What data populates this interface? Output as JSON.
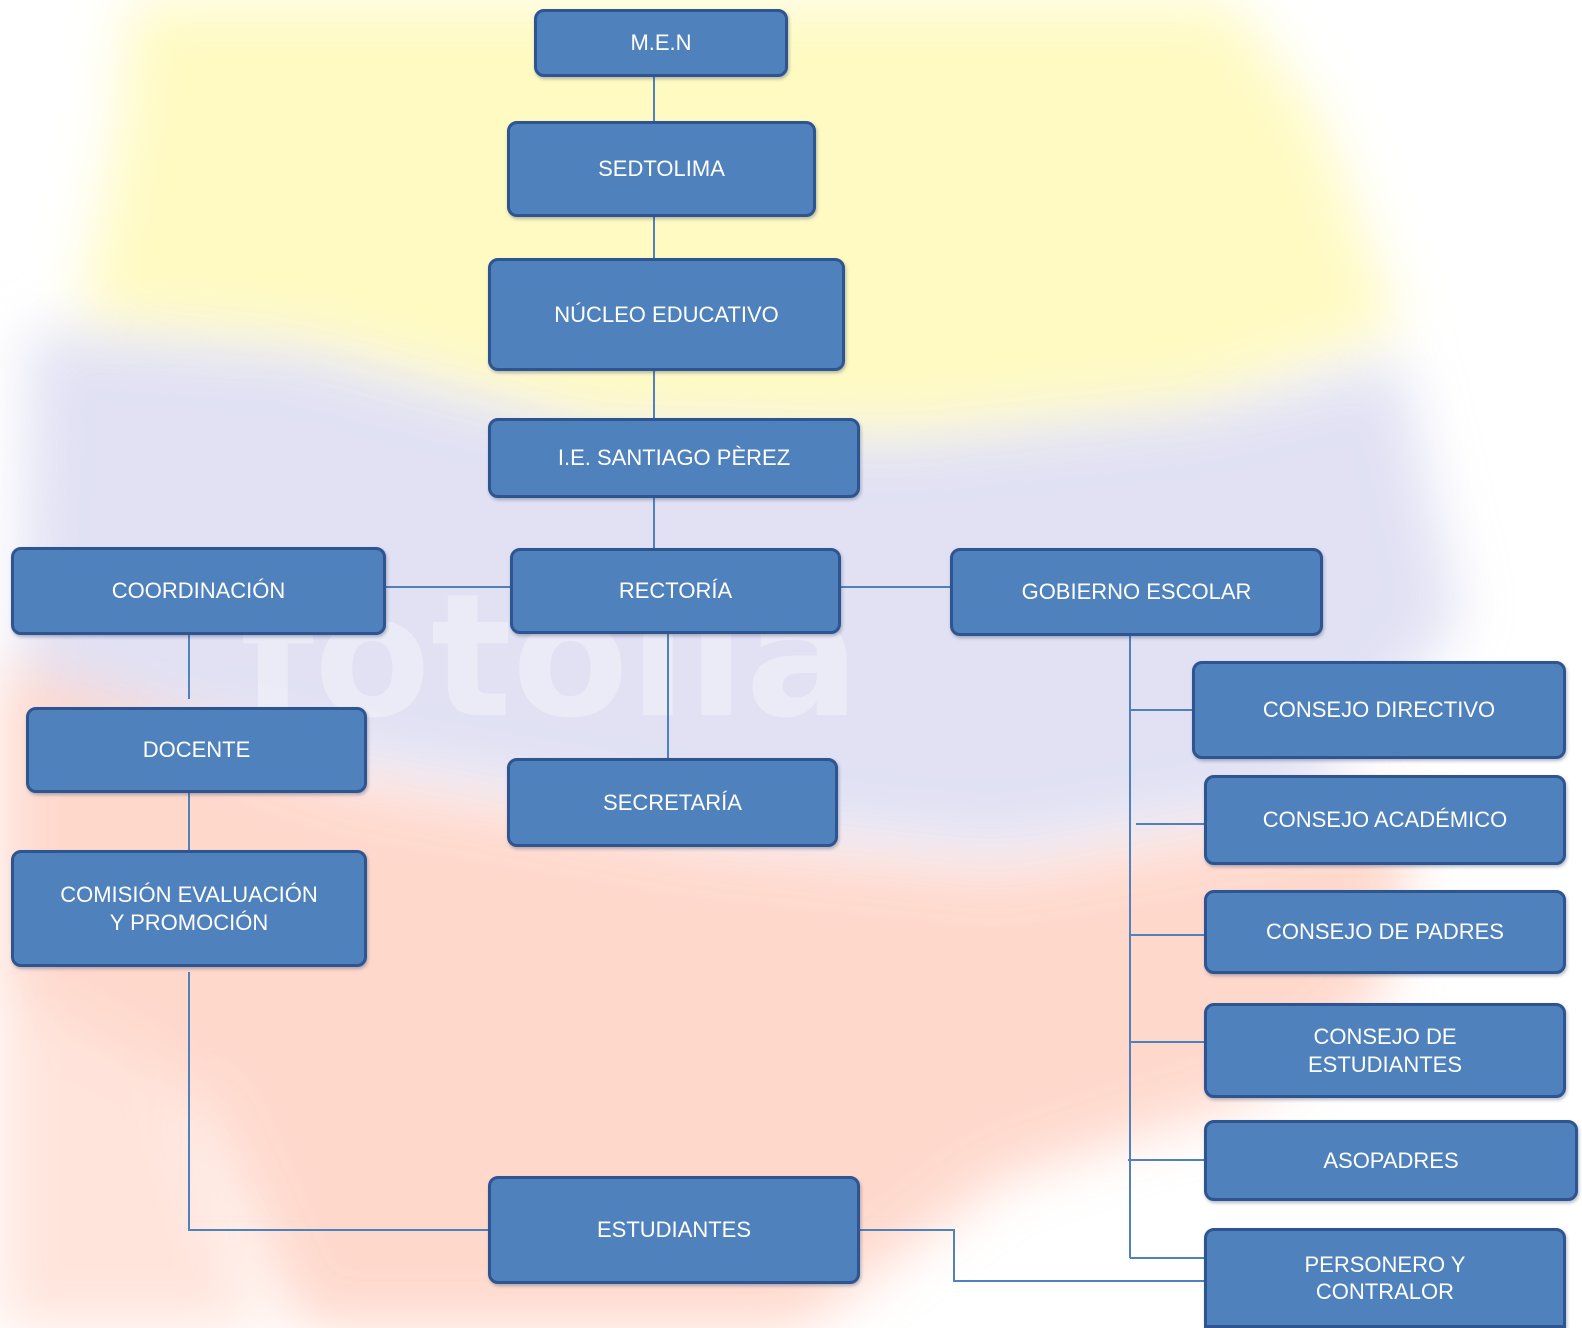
{
  "colors": {
    "node_fill": "#4f81bd",
    "node_border": "#2e5590",
    "node_text": "#ffffff",
    "connector": "#4f81bd"
  },
  "background": {
    "description_icon": "colombia-flag-watermark-icon",
    "watermark_text": "fotolia"
  },
  "nodes": {
    "men": {
      "label": "M.E.N"
    },
    "sedtolima": {
      "label": "SEDTOLIMA"
    },
    "nucleo": {
      "label": "NÚCLEO EDUCATIVO"
    },
    "ie": {
      "label": "I.E. SANTIAGO PÈREZ"
    },
    "rectoria": {
      "label": "RECTORÍA"
    },
    "coordinacion": {
      "label": "COORDINACIÓN"
    },
    "gobierno": {
      "label": "GOBIERNO ESCOLAR"
    },
    "docente": {
      "label": "DOCENTE"
    },
    "secretaria": {
      "label": "SECRETARÍA"
    },
    "comision": {
      "line1": "COMISIÓN EVALUACIÓN",
      "line2": "Y PROMOCIÓN"
    },
    "consejo_directivo": {
      "label": "CONSEJO DIRECTIVO"
    },
    "consejo_academico": {
      "label": "CONSEJO ACADÉMICO"
    },
    "consejo_padres": {
      "label": "CONSEJO DE PADRES"
    },
    "consejo_estudiantes": {
      "line1": "CONSEJO DE",
      "line2": "ESTUDIANTES"
    },
    "asopadres": {
      "label": "ASOPADRES"
    },
    "personero": {
      "line1": "PERSONERO Y",
      "line2": "CONTRALOR"
    },
    "estudiantes": {
      "label": "ESTUDIANTES"
    }
  }
}
